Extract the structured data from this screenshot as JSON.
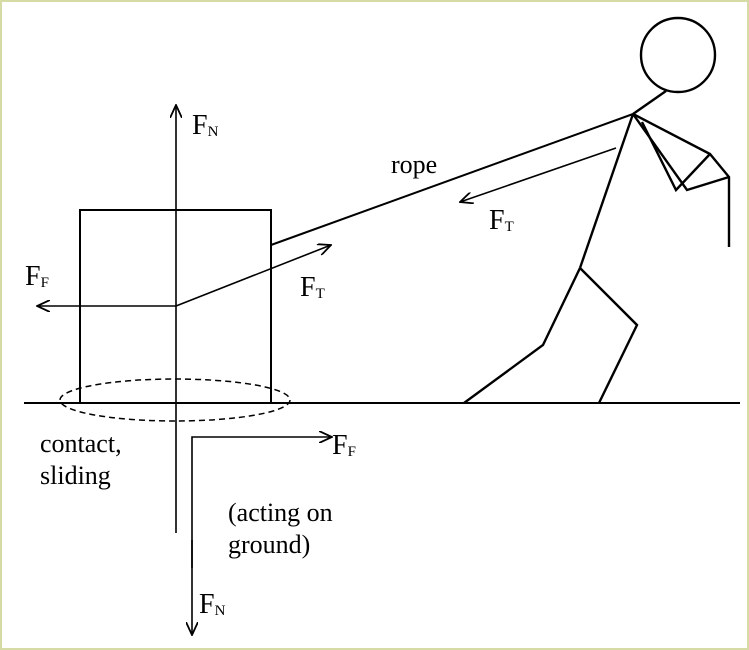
{
  "labels": {
    "normal_box": {
      "symbol": "F",
      "subscript": "N"
    },
    "tension_box": {
      "symbol": "F",
      "subscript": "T"
    },
    "friction_box": {
      "symbol": "F",
      "subscript": "F"
    },
    "tension_person": {
      "symbol": "F",
      "subscript": "T"
    },
    "friction_ground": {
      "symbol": "F",
      "subscript": "F"
    },
    "normal_ground": {
      "symbol": "F",
      "subscript": "N"
    },
    "rope": "rope",
    "contact_line1": "contact,",
    "contact_line2": "sliding",
    "acting_line1": "(acting on",
    "acting_line2": "ground)"
  },
  "colors": {
    "ink": "#000000",
    "frame_border": "#d6dba5",
    "background": "#ffffff"
  }
}
